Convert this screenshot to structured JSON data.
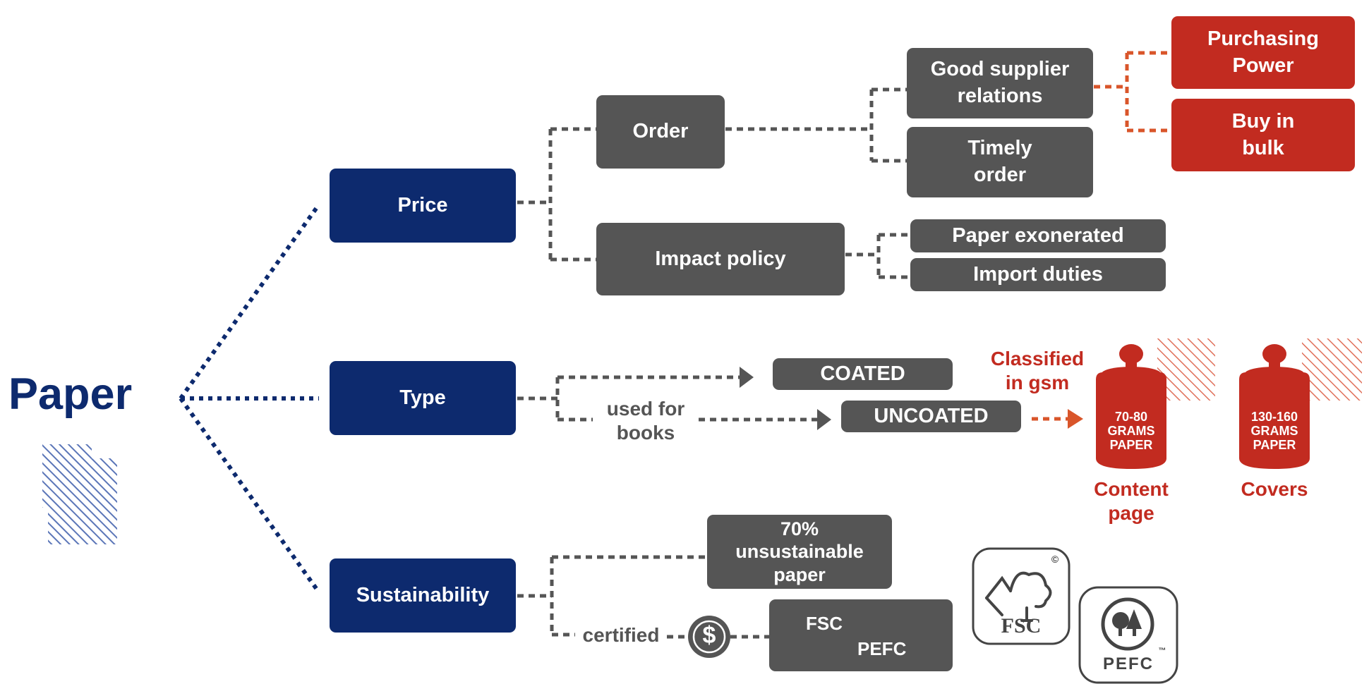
{
  "root": {
    "label": "Paper"
  },
  "branches": {
    "price": {
      "label": "Price"
    },
    "type": {
      "label": "Type"
    },
    "sustainability": {
      "label": "Sustainability"
    }
  },
  "price": {
    "order": "Order",
    "good_supplier": "Good supplier\nrelations",
    "timely_order": "Timely\norder",
    "purchasing_power": "Purchasing\nPower",
    "buy_in_bulk": "Buy in\nbulk",
    "impact_policy": "Impact policy",
    "paper_exonerated": "Paper exonerated",
    "import_duties": "Import duties"
  },
  "type": {
    "coated": "COATED",
    "uncoated": "UNCOATED",
    "used_for_books": "used for\nbooks",
    "classified_in_gsm": "Classified\nin gsm",
    "weight1_label": "70-80\nGRAMS\nPAPER",
    "weight2_label": "130-160\nGRAMS\nPAPER",
    "content_page": "Content\npage",
    "covers": "Covers"
  },
  "sustainability": {
    "unsustainable": "70%\nunsustainable\npaper",
    "certified": "certified",
    "fsc_pefc_top": "FSC",
    "fsc_pefc_bottom": "PEFC",
    "dollar_symbol": "$",
    "fsc_logo_text": "FSC",
    "fsc_copyright": "©",
    "pefc_logo_text": "PEFC",
    "pefc_tm": "™"
  },
  "colors": {
    "navy": "#0d2a6e",
    "gray": "#555555",
    "red": "#c22b20",
    "connector_gray": "#555555",
    "connector_red": "#d9552a"
  }
}
